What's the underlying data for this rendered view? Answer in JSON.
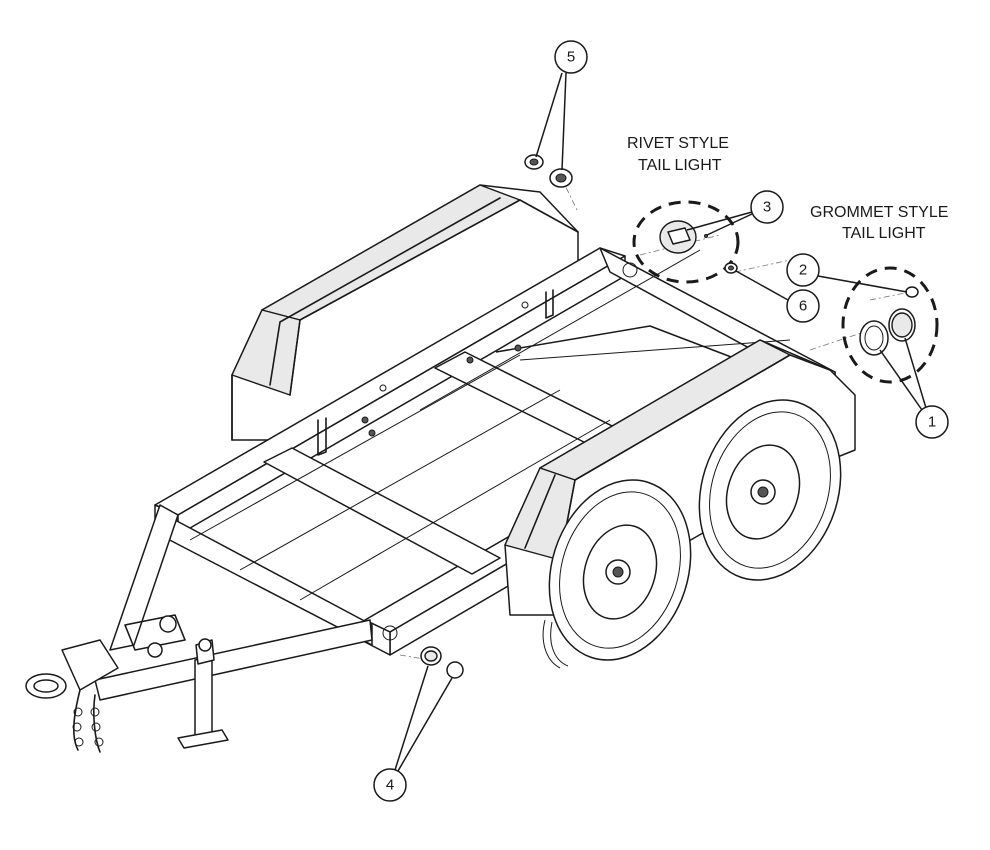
{
  "labels": {
    "rivet_line1": "RIVET STYLE",
    "rivet_line2": "TAIL LIGHT",
    "grommet_line1": "GROMMET STYLE",
    "grommet_line2": "TAIL LIGHT"
  },
  "callouts": {
    "c1": "1",
    "c2": "2",
    "c3": "3",
    "c4": "4",
    "c5": "5",
    "c6": "6"
  }
}
